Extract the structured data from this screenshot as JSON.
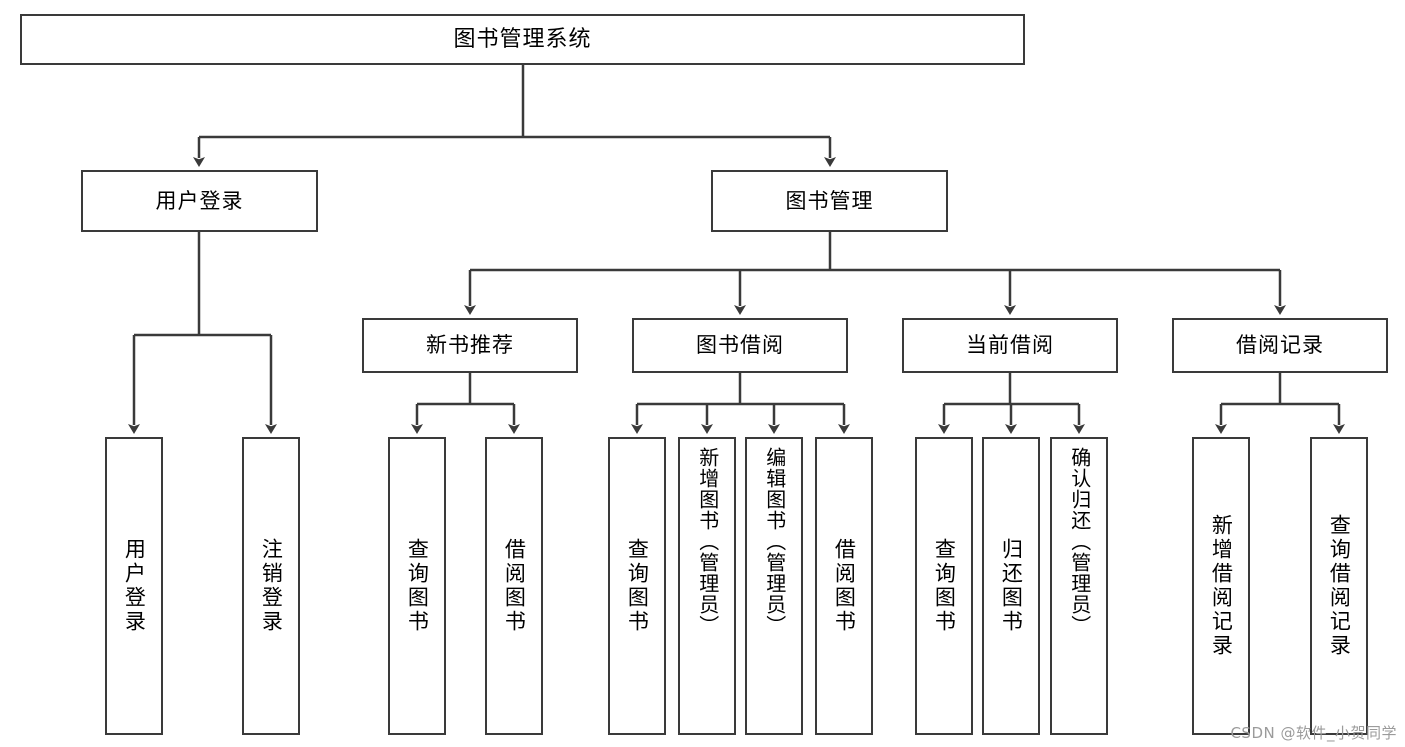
{
  "diagram": {
    "title": "图书管理系统",
    "root": {
      "label": "图书管理系统"
    },
    "level1": [
      {
        "label": "用户登录"
      },
      {
        "label": "图书管理"
      }
    ],
    "level2": [
      {
        "label": "新书推荐"
      },
      {
        "label": "图书借阅"
      },
      {
        "label": "当前借阅"
      },
      {
        "label": "借阅记录"
      }
    ],
    "leaves": {
      "login": [
        {
          "label": "用户登录"
        },
        {
          "label": "注销登录"
        }
      ],
      "new_books": [
        {
          "label": "查询图书"
        },
        {
          "label": "借阅图书"
        }
      ],
      "book_borrow": [
        {
          "label": "查询图书"
        },
        {
          "label": "新增图书（管理员）"
        },
        {
          "label": "编辑图书（管理员）"
        },
        {
          "label": "借阅图书"
        }
      ],
      "current_borrow": [
        {
          "label": "查询图书"
        },
        {
          "label": "归还图书"
        },
        {
          "label": "确认归还（管理员）"
        }
      ],
      "borrow_records": [
        {
          "label": "新增借阅记录"
        },
        {
          "label": "查询借阅记录"
        }
      ]
    }
  },
  "watermark": {
    "text": "CSDN @软件_小贺同学"
  },
  "colors": {
    "stroke": "#3a3a3a",
    "background": "#ffffff",
    "text": "#000000",
    "watermark": "#9b9b9b"
  }
}
